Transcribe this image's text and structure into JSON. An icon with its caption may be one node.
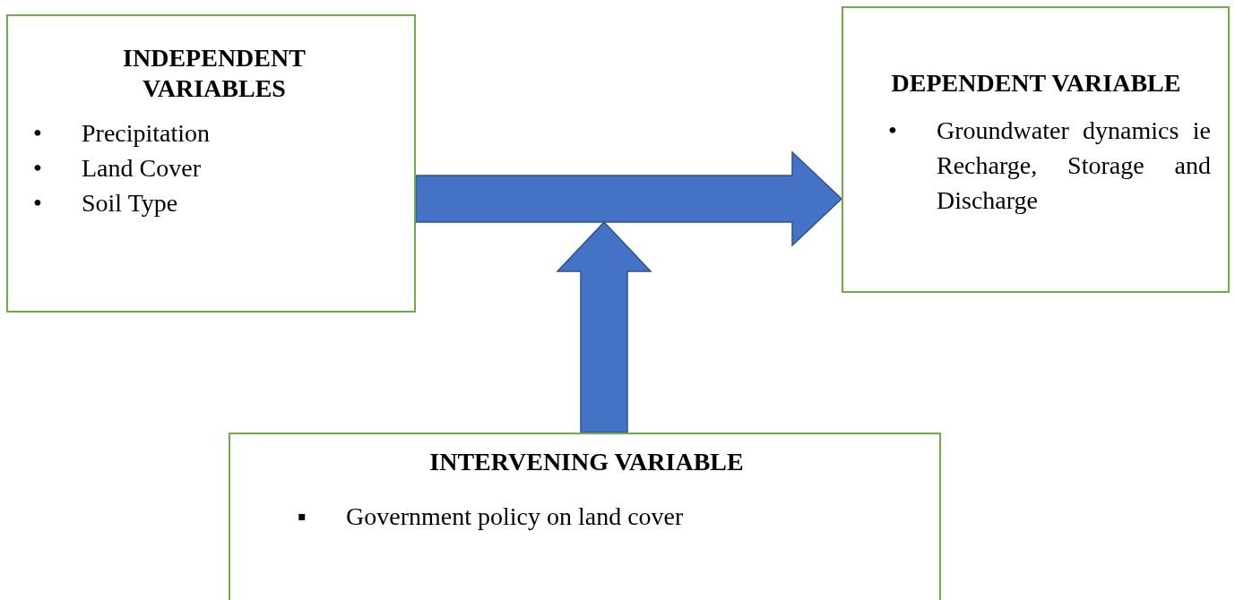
{
  "diagram": {
    "nodes": [
      {
        "text": [
          "INDEPENDENT VARIABLES",
          "• Precipitation",
          "• Land Cover",
          "• Soil Type"
        ]
      },
      {
        "text": [
          "DEPENDENT VARIABLE",
          "• Groundwater dynamics ie Recharge, Storage and Discharge"
        ]
      },
      {
        "text": [
          "INTERVENING VARIABLE",
          "▪ Government policy on land cover"
        ]
      }
    ],
    "edges": [
      {
        "from": 0,
        "to": 1,
        "arrow": "to"
      },
      {
        "from": 2,
        "to": null,
        "arrow": "to"
      }
    ]
  }
}
